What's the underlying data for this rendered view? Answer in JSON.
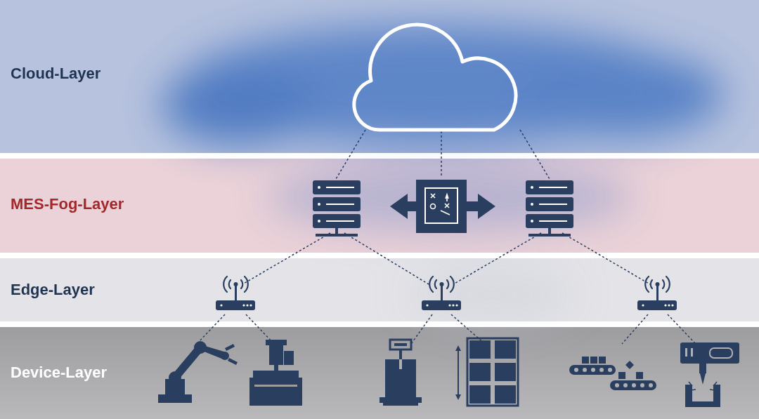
{
  "diagram": {
    "nodes": [
      {
        "text": [
          "Cloud-Layer"
        ]
      },
      {
        "text": [
          "MES-Fog-Layer"
        ]
      },
      {
        "text": [
          "Edge-Layer"
        ]
      },
      {
        "text": [
          "Device-Layer"
        ]
      }
    ]
  }
}
